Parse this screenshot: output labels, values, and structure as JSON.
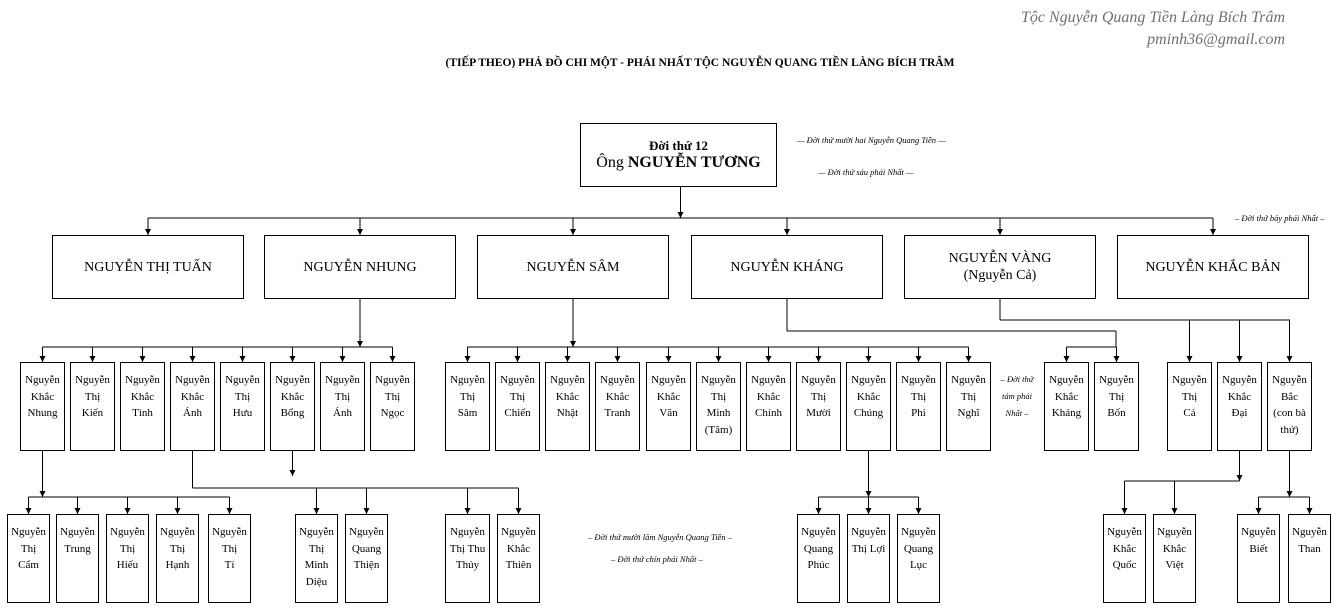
{
  "header": {
    "line1": "Tộc Nguyễn Quang Tiền Làng Bích Trâm",
    "line2": "pminh36@gmail.com"
  },
  "title": "(TIẾP THEO) PHẢ ĐỒ CHI MỘT - PHÁI NHẤT TỘC NGUYỄN QUANG TIỀN LÀNG BÍCH TRÂM",
  "root": {
    "line1": "Đời thứ 12",
    "prefix": "Ông ",
    "name": "NGUYỄN TƯƠNG"
  },
  "annotations": {
    "gen12": "— Đời thứ mười hai Nguyễn Quang Tiền —",
    "gen6": "— Đời thứ sáu phái Nhất —",
    "gen7": "– Đời thứ bảy phái Nhất –",
    "gen8": "– Đời thứ tám phái Nhất –",
    "gen15": "– Đời thứ mười lăm Nguyễn Quang Tiền –",
    "gen9": "– Đời thứ chín phái Nhất –"
  },
  "generation7": [
    {
      "name": "NGUYỄN THỊ TUẤN"
    },
    {
      "name": "NGUYỄN NHUNG"
    },
    {
      "name": "NGUYỄN SÂM"
    },
    {
      "name": "NGUYỄN KHÁNG"
    },
    {
      "name": "NGUYỄN VÀNG",
      "sub": "(Nguyễn Cả)"
    },
    {
      "name": "NGUYỄN KHẮC BẢN"
    }
  ],
  "generation8": [
    {
      "name": "Nguyễn Khắc Nhung"
    },
    {
      "name": "Nguyễn Thị Kiến"
    },
    {
      "name": "Nguyễn Khắc Tình"
    },
    {
      "name": "Nguyễn Khắc Ánh"
    },
    {
      "name": "Nguyễn Thị Hưu"
    },
    {
      "name": "Nguyễn Khắc Bổng"
    },
    {
      "name": "Nguyễn Thị Ánh"
    },
    {
      "name": "Nguyễn Thị Ngọc"
    },
    {
      "name": "Nguyễn Thị Sâm"
    },
    {
      "name": "Nguyễn Thị Chiến"
    },
    {
      "name": "Nguyễn Khắc Nhật"
    },
    {
      "name": "Nguyễn Khắc Tranh"
    },
    {
      "name": "Nguyễn Khắc Văn"
    },
    {
      "name": "Nguyễn Thị Minh (Tâm)"
    },
    {
      "name": "Nguyễn Khắc Chính"
    },
    {
      "name": "Nguyễn Thị Mười"
    },
    {
      "name": "Nguyễn Khắc Chúng"
    },
    {
      "name": "Nguyễn Thị Phi"
    },
    {
      "name": "Nguyễn Thị Nghĩ"
    },
    {
      "name": "Nguyễn Khắc Kháng"
    },
    {
      "name": "Nguyễn Thị Bốn"
    },
    {
      "name": "Nguyễn Thị Cả"
    },
    {
      "name": "Nguyễn Khắc Đại"
    },
    {
      "name": "Nguyễn Bắc (con bà thứ)"
    }
  ],
  "generation9": [
    {
      "name": "Nguyễn Thị Cẩm"
    },
    {
      "name": "Nguyễn Trung"
    },
    {
      "name": "Nguyễn Thị Hiếu"
    },
    {
      "name": "Nguyễn Thị Hạnh"
    },
    {
      "name": "Nguyễn Thị Tí"
    },
    {
      "name": "Nguyễn Thị Minh Diệu"
    },
    {
      "name": "Nguyễn Quang Thiện"
    },
    {
      "name": "Nguyễn Thị Thu Thủy"
    },
    {
      "name": "Nguyễn Khắc Thiên"
    },
    {
      "name": "Nguyễn Quang Phúc"
    },
    {
      "name": "Nguyễn Thị Lợi"
    },
    {
      "name": "Nguyễn Quang Lục"
    },
    {
      "name": "Nguyễn Khắc Quốc"
    },
    {
      "name": "Nguyễn Khắc Việt"
    },
    {
      "name": "Nguyễn Biết"
    },
    {
      "name": "Nguyễn Than"
    }
  ]
}
